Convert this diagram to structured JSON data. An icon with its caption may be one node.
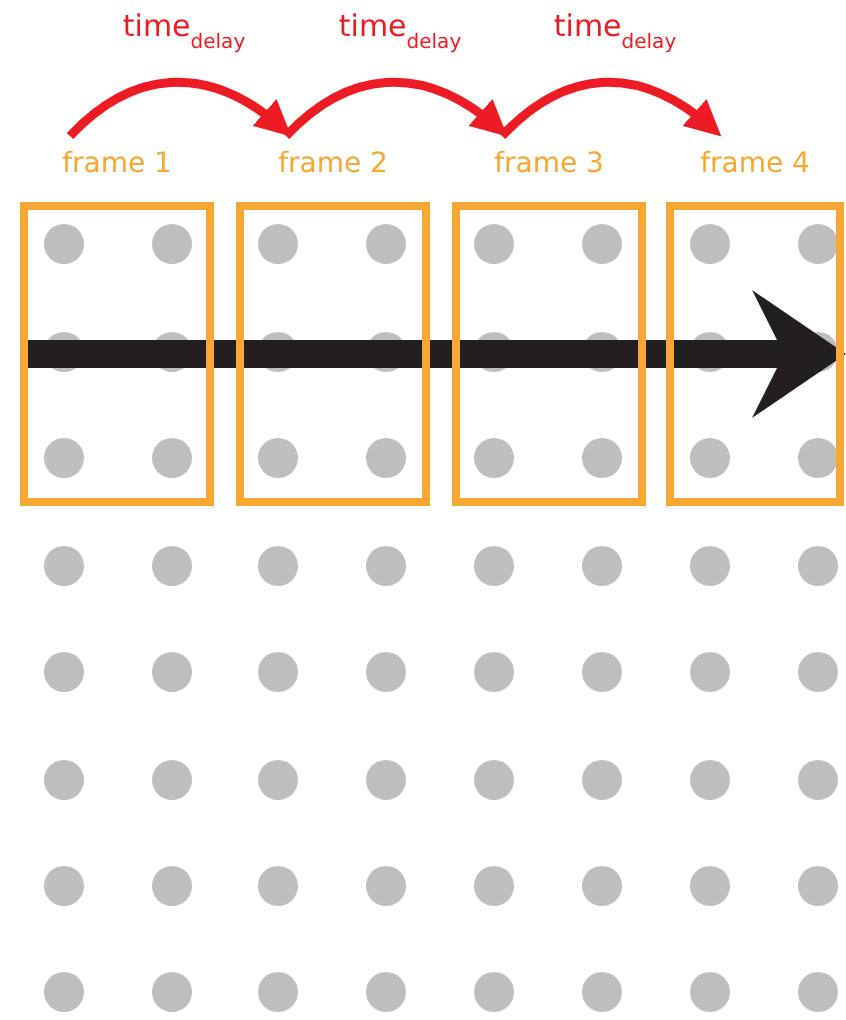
{
  "diagram": {
    "nodes": [
      {
        "text": [
          "frame 1"
        ]
      },
      {
        "text": [
          "frame 2"
        ]
      },
      {
        "text": [
          "frame 3"
        ]
      },
      {
        "text": [
          "frame 4"
        ]
      }
    ],
    "edges": [
      {
        "from": 0,
        "to": 1,
        "arrow": "to",
        "label": "time$_{delay}$"
      },
      {
        "from": 1,
        "to": 2,
        "arrow": "to",
        "label": "time$_{delay}$"
      },
      {
        "from": 2,
        "to": 3,
        "arrow": "to",
        "label": "time$_{delay}$"
      }
    ]
  }
}
